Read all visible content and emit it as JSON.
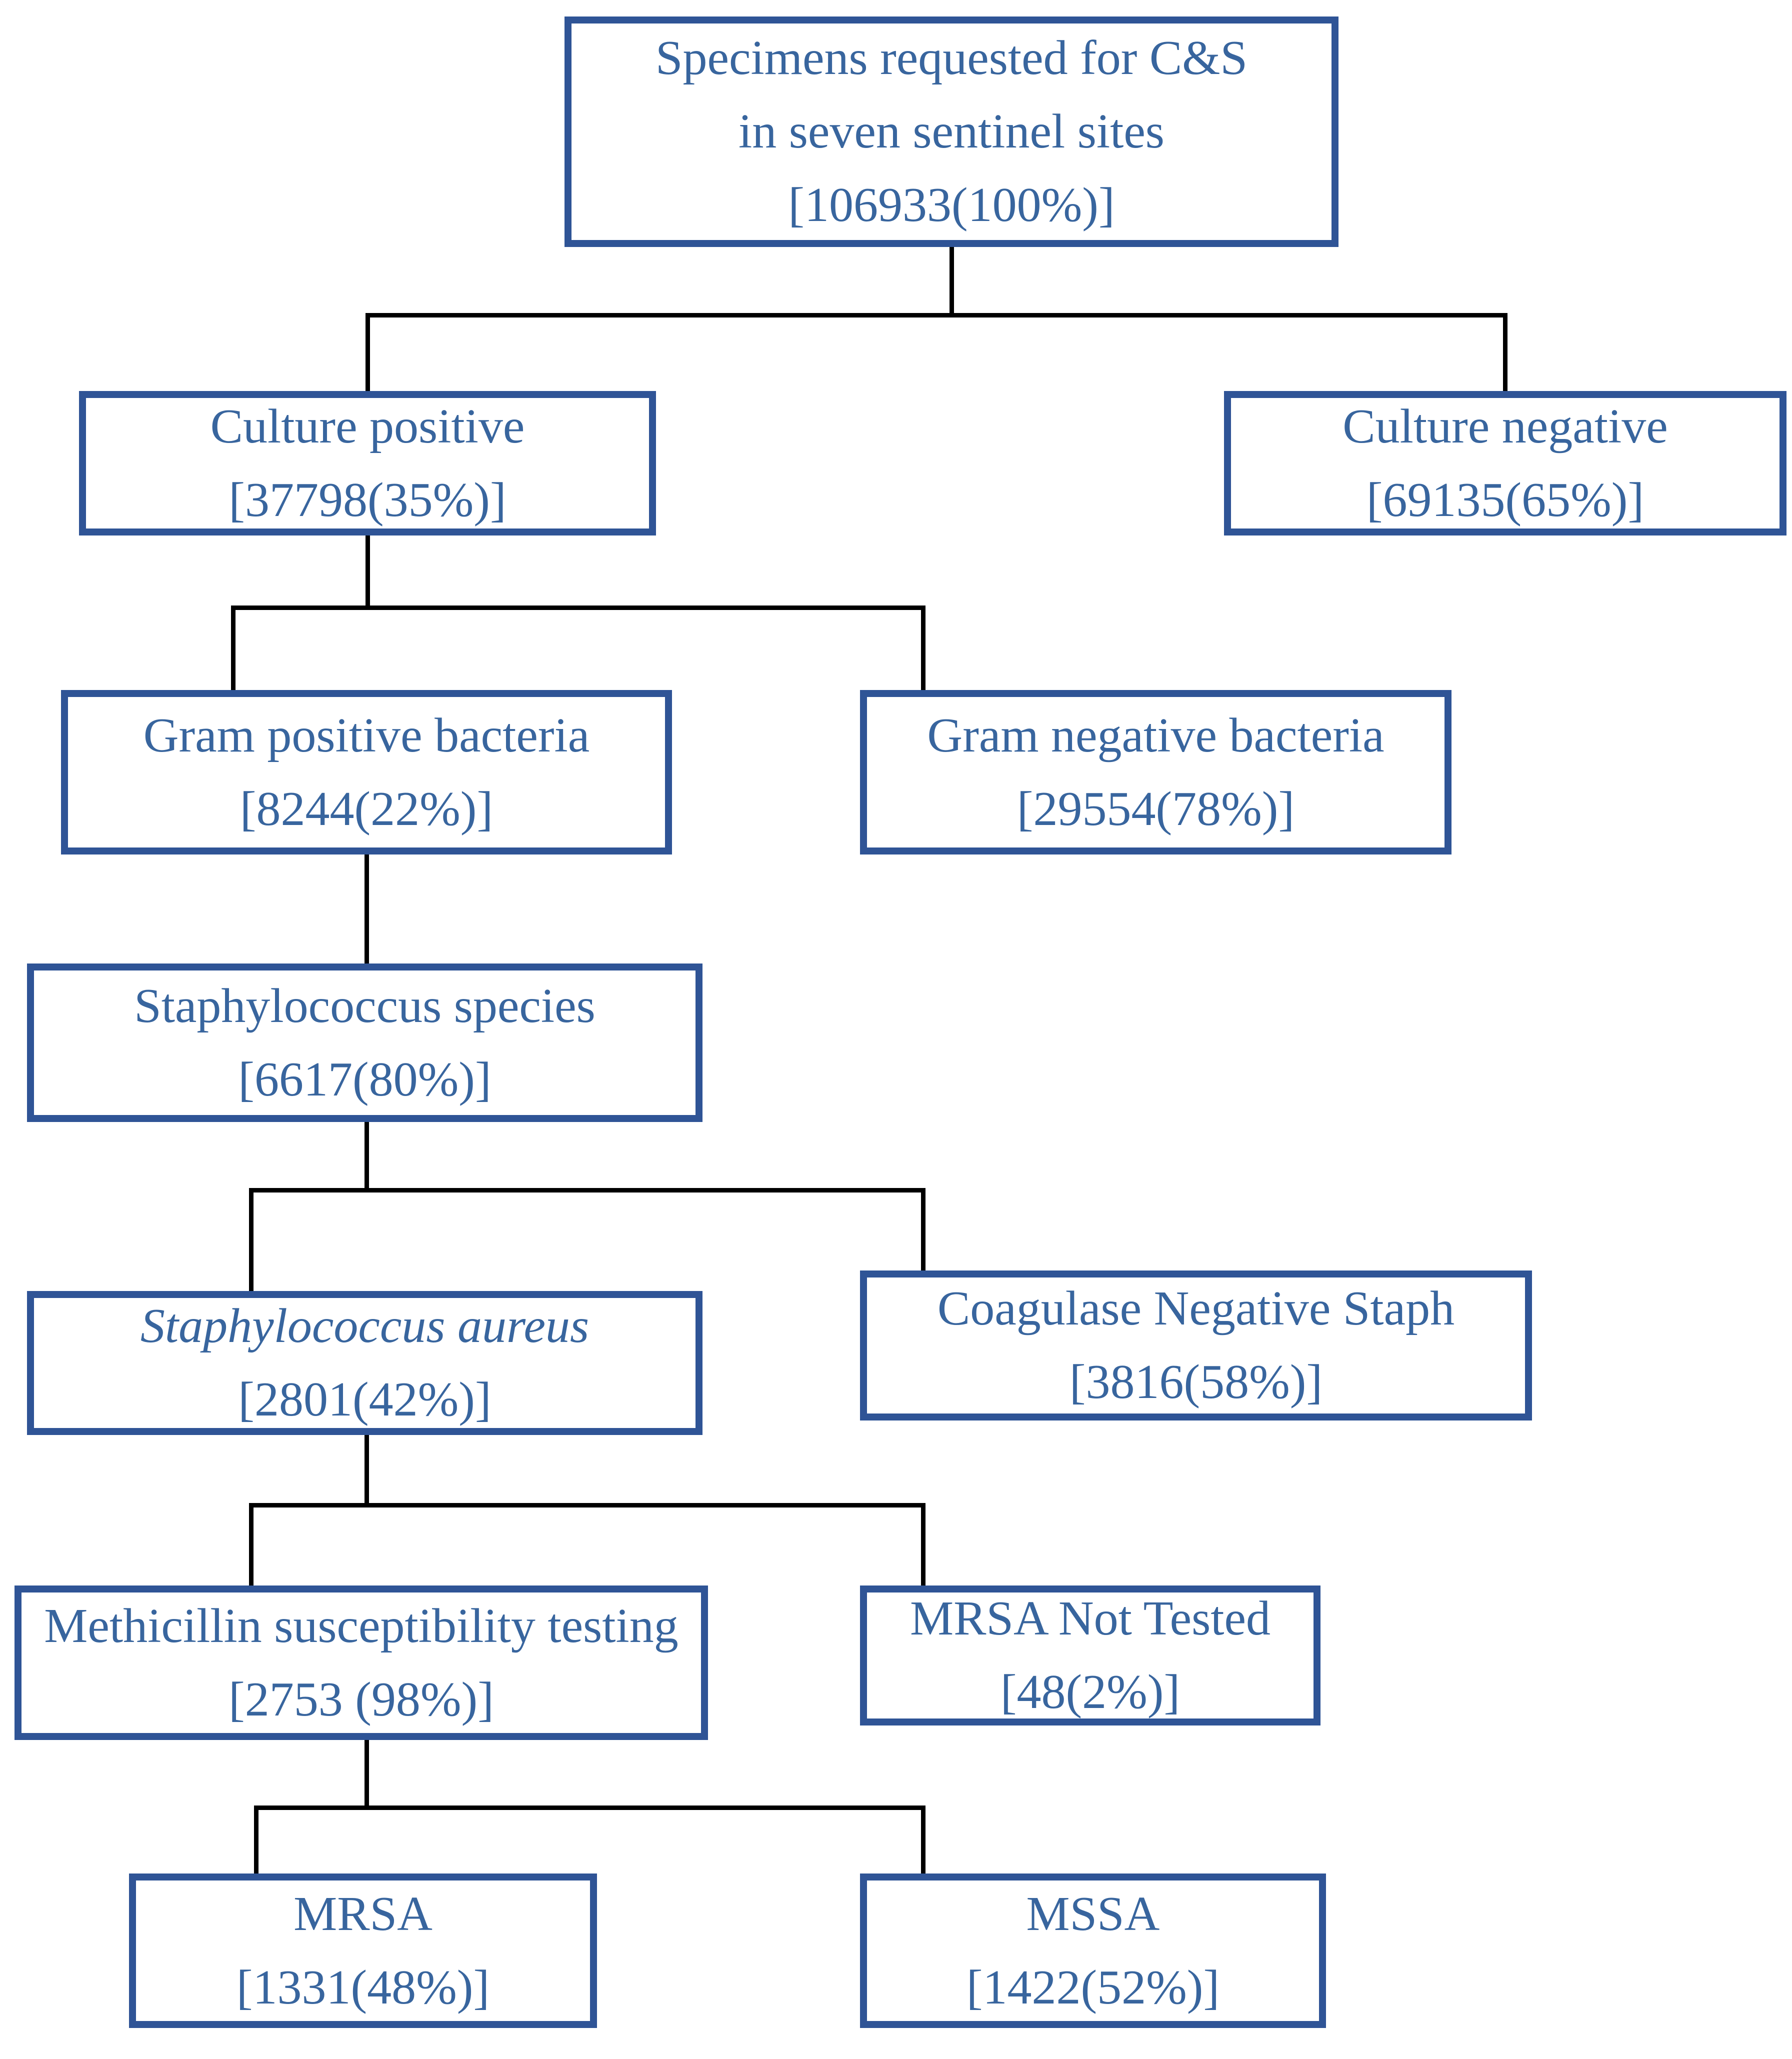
{
  "diagram": {
    "title_hint": "Specimen culture and sensitivity flow diagram",
    "colors": {
      "box_border": "#2F5496",
      "text": "#38659E",
      "connector": "#000000",
      "background": "#FFFFFF"
    },
    "boxes": {
      "specimens": {
        "line1": "Specimens requested for C&S",
        "line2": "in seven sentinel sites",
        "line3": "[106933(100%)]"
      },
      "culture_positive": {
        "line1": "Culture positive",
        "line2": "[37798(35%)]"
      },
      "culture_negative": {
        "line1": "Culture negative",
        "line2": "[69135(65%)]"
      },
      "gram_positive": {
        "line1": "Gram positive bacteria",
        "line2": "[8244(22%)]"
      },
      "gram_negative": {
        "line1": "Gram negative bacteria",
        "line2": "[29554(78%)]"
      },
      "staph_species": {
        "line1": "Staphylococcus species",
        "line2": "[6617(80%)]"
      },
      "staph_aureus": {
        "line1": "Staphylococcus aureus",
        "line2": "[2801(42%)]"
      },
      "coagulase_negative": {
        "line1": "Coagulase Negative Staph",
        "line2": "[3816(58%)]"
      },
      "methicillin_testing": {
        "line1": "Methicillin susceptibility testing",
        "line2": "[2753 (98%)]"
      },
      "mrsa_not_tested": {
        "line1": "MRSA Not Tested",
        "line2": "[48(2%)]"
      },
      "mrsa": {
        "line1": "MRSA",
        "line2": "[1331(48%)]"
      },
      "mssa": {
        "line1": "MSSA",
        "line2": "[1422(52%)]"
      }
    },
    "edges": [
      {
        "from": "specimens",
        "to": "culture_positive"
      },
      {
        "from": "specimens",
        "to": "culture_negative"
      },
      {
        "from": "culture_positive",
        "to": "gram_positive"
      },
      {
        "from": "culture_positive",
        "to": "gram_negative"
      },
      {
        "from": "gram_positive",
        "to": "staph_species"
      },
      {
        "from": "staph_species",
        "to": "staph_aureus"
      },
      {
        "from": "staph_species",
        "to": "coagulase_negative"
      },
      {
        "from": "staph_aureus",
        "to": "methicillin_testing"
      },
      {
        "from": "staph_aureus",
        "to": "mrsa_not_tested"
      },
      {
        "from": "methicillin_testing",
        "to": "mrsa"
      },
      {
        "from": "methicillin_testing",
        "to": "mssa"
      }
    ]
  }
}
